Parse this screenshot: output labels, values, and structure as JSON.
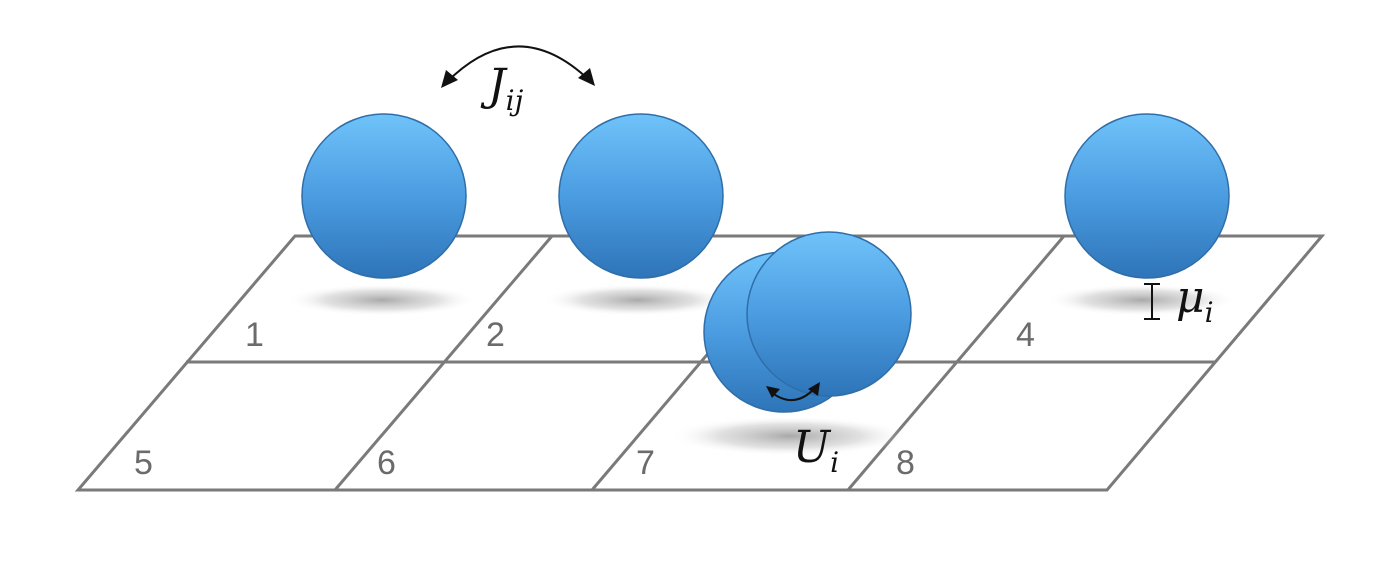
{
  "diagram": {
    "cell_labels": [
      "1",
      "2",
      "4",
      "5",
      "6",
      "7",
      "8"
    ],
    "hopping_label": {
      "symbol": "J",
      "subscript": "ij"
    },
    "interaction_label": {
      "symbol": "U",
      "subscript": "i"
    },
    "potential_label": {
      "symbol": "μ",
      "subscript": "i"
    },
    "colors": {
      "sphere_light": "#6ec1f7",
      "sphere_mid": "#4a9be0",
      "sphere_dark": "#2f76bb",
      "grid": "#7a7a7a",
      "label": "#6b6b6b"
    }
  }
}
